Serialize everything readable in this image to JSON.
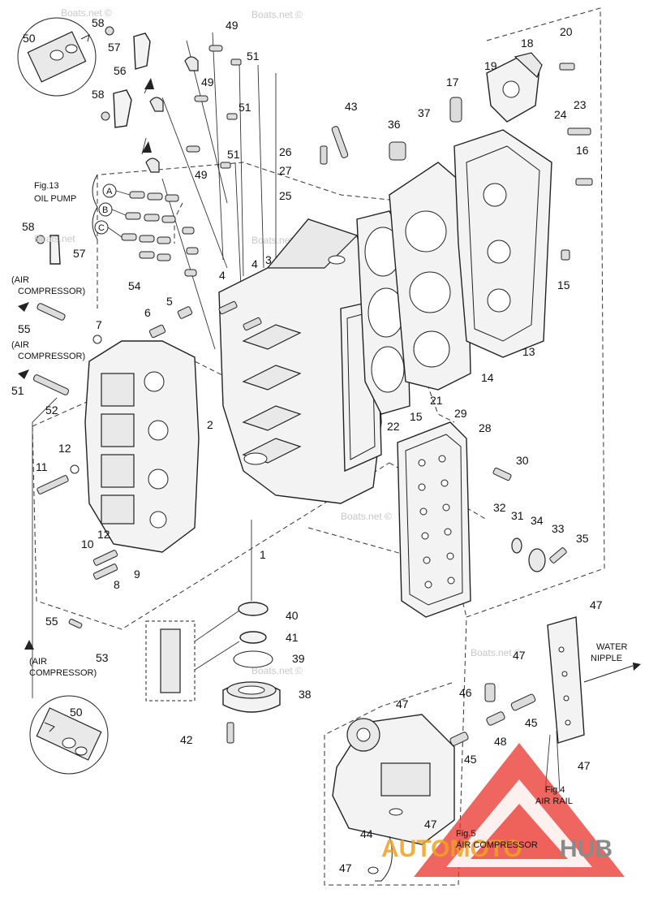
{
  "watermark": {
    "text": "Boats.net ©",
    "short": "Boats.net"
  },
  "figures": {
    "fig13": {
      "title": "Fig.13",
      "caption": "OIL PUMP",
      "circles": [
        "A",
        "B",
        "C"
      ]
    },
    "fig4": {
      "title": "Fig.4",
      "caption": "AIR RAIL"
    },
    "fig5": {
      "title": "Fig.5",
      "caption": "AIR COMPRESSOR"
    }
  },
  "notes": {
    "air_compressor_1_a": "(AIR",
    "air_compressor_1_b": "COMPRESSOR)",
    "air_compressor_2_a": "(AIR",
    "air_compressor_2_b": "COMPRESSOR)",
    "air_compressor_3_a": "(AIR",
    "air_compressor_3_b": "COMPRESSOR)",
    "water_nipple_a": "WATER",
    "water_nipple_b": "NIPPLE"
  },
  "callouts": {
    "c1": "1",
    "c2": "2",
    "c3": "3",
    "c4a": "4",
    "c4b": "4",
    "c5": "5",
    "c6": "6",
    "c7": "7",
    "c8": "8",
    "c9": "9",
    "c10": "10",
    "c11": "11",
    "c12a": "12",
    "c12b": "12",
    "c13": "13",
    "c14": "14",
    "c15a": "15",
    "c15b": "15",
    "c16": "16",
    "c17": "17",
    "c18": "18",
    "c19": "19",
    "c20": "20",
    "c21": "21",
    "c22": "22",
    "c23": "23",
    "c24": "24",
    "c25": "25",
    "c26": "26",
    "c27": "27",
    "c28": "28",
    "c29": "29",
    "c30": "30",
    "c31": "31",
    "c32": "32",
    "c33": "33",
    "c34": "34",
    "c35": "35",
    "c36": "36",
    "c37": "37",
    "c38": "38",
    "c39": "39",
    "c40": "40",
    "c41": "41",
    "c42": "42",
    "c43": "43",
    "c44": "44",
    "c45a": "45",
    "c45b": "45",
    "c46": "46",
    "c47a": "47",
    "c47b": "47",
    "c47c": "47",
    "c47d": "47",
    "c47e": "47",
    "c47f": "47",
    "c48": "48",
    "c49a": "49",
    "c49b": "49",
    "c49c": "49",
    "c50a": "50",
    "c50b": "50",
    "c51a": "51",
    "c51b": "51",
    "c51c": "51",
    "c51d": "51",
    "c52": "52",
    "c53": "53",
    "c54": "54",
    "c55a": "55",
    "c55b": "55",
    "c56": "56",
    "c57a": "57",
    "c57b": "57",
    "c58a": "58",
    "c58b": "58",
    "c58c": "58"
  },
  "logo": {
    "part1": "AUTOMOTO",
    "part2": "HUB"
  },
  "colors": {
    "logo_red": "#e8332a",
    "logo_orange": "#f0a020",
    "logo_gray": "#8a8a8a",
    "line": "#222222"
  }
}
